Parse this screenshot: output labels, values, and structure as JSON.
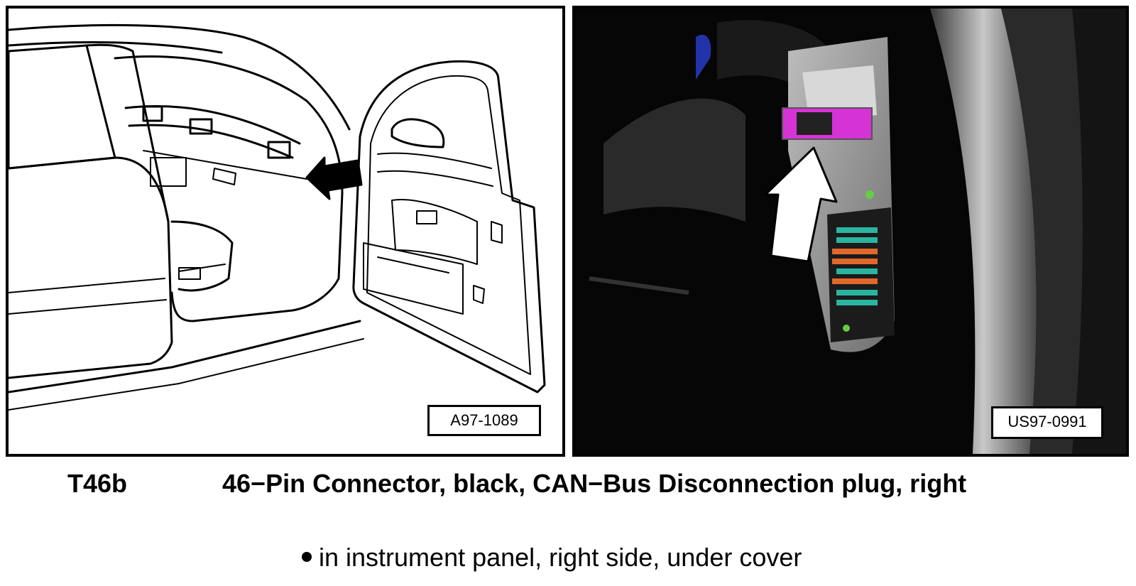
{
  "figures": [
    {
      "id": "left",
      "description_type": "line-drawing",
      "code": "A97-1089"
    },
    {
      "id": "right",
      "description_type": "photo",
      "code": "US97-0991"
    }
  ],
  "caption": {
    "component_code": "T46b",
    "description": "46−Pin Connector, black, CAN−Bus Disconnection plug, right"
  },
  "location": {
    "bullet": "•",
    "text": "in instrument panel, right side, under cover"
  },
  "colors": {
    "connector_highlight": "#d633d6",
    "fuse_teal": "#2ab5a0",
    "fuse_orange": "#e0682a",
    "background": "#ffffff"
  }
}
